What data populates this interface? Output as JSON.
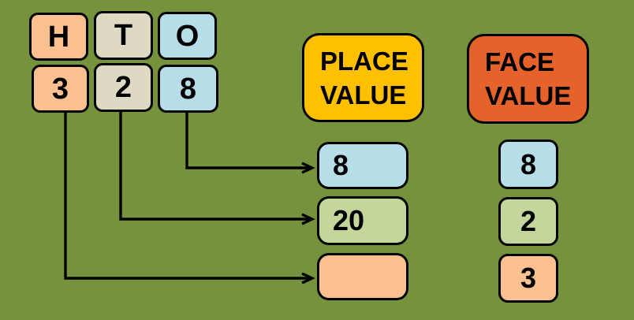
{
  "colors": {
    "background": "#76923C",
    "outline": "#000000",
    "peach": "#FAC090",
    "beige": "#DDD9C3",
    "light_blue": "#B7DEE8",
    "light_green": "#C3D69B",
    "gold": "#FFC000",
    "orange_red": "#E5622A"
  },
  "hto": {
    "headers": [
      {
        "label": "H",
        "color": "#FAC090"
      },
      {
        "label": "T",
        "color": "#DDD9C3"
      },
      {
        "label": "O",
        "color": "#B7DEE8"
      }
    ],
    "digits": [
      {
        "value": "3",
        "color": "#FAC090"
      },
      {
        "value": "2",
        "color": "#DDD9C3"
      },
      {
        "value": "8",
        "color": "#B7DEE8"
      }
    ]
  },
  "place_value": {
    "header": {
      "line1": "PLACE",
      "line2": "VALUE",
      "color": "#FFC000"
    },
    "rows": [
      {
        "value": "8",
        "color": "#B7DEE8"
      },
      {
        "value": "20",
        "color": "#C3D69B"
      },
      {
        "value": "",
        "color": "#FAC090"
      }
    ]
  },
  "face_value": {
    "header": {
      "line1": "FACE",
      "line2": "VALUE",
      "color": "#E5622A"
    },
    "rows": [
      {
        "value": "8",
        "color": "#B7DEE8"
      },
      {
        "value": "2",
        "color": "#C3D69B"
      },
      {
        "value": "3",
        "color": "#FAC090"
      }
    ]
  },
  "connections": [
    {
      "column": "O",
      "digit": "8",
      "place_value_row": "8"
    },
    {
      "column": "T",
      "digit": "2",
      "place_value_row": "20"
    },
    {
      "column": "H",
      "digit": "3",
      "place_value_row": ""
    }
  ]
}
